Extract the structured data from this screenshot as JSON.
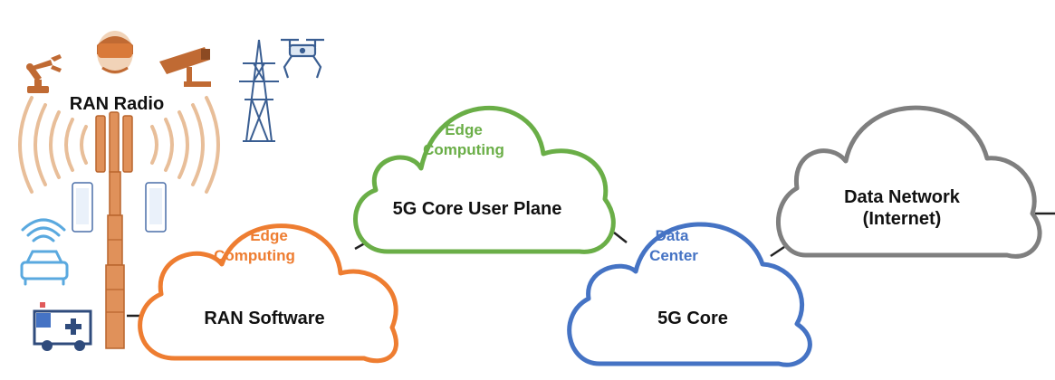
{
  "ran": {
    "label": "RAN Radio",
    "devices": [
      "robot-arm-icon",
      "vr-headset-icon",
      "security-camera-icon",
      "power-tower-icon",
      "drone-icon",
      "connected-car-icon",
      "ambulance-icon"
    ]
  },
  "clouds": {
    "ran_software": {
      "label": "RAN Software",
      "tag": [
        "Edge",
        "Computing"
      ],
      "color": "#EE7D31"
    },
    "user_plane": {
      "label": "5G Core User Plane",
      "tag": [
        "Edge",
        "Computing"
      ],
      "color": "#6AAE47"
    },
    "core": {
      "label": "5G Core",
      "tag": [
        "Data",
        "Center"
      ],
      "color": "#4573C4"
    },
    "data_network": {
      "label": [
        "Data Network",
        "(Internet)"
      ],
      "color": "#7F7F7F"
    }
  },
  "colors": {
    "tower": "#E0915A",
    "tower_dark": "#B9652D",
    "waves": "#E8BE99",
    "device_blue": "#5AA9DF",
    "vehicle": "#4573C4",
    "line": "#222222"
  }
}
